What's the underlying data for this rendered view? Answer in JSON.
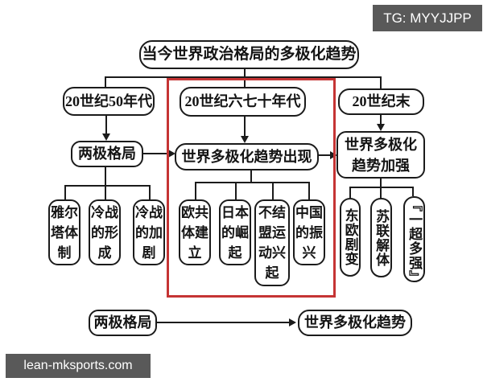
{
  "meta": {
    "badge": "TG: MYYJJPP",
    "watermark": "lean-mksports.com",
    "badge_bg": "#595959",
    "highlight_color": "#c53434",
    "line_color": "#1b1b1b",
    "background": "#ffffff"
  },
  "diagram": {
    "title": "当今世界政治格局的多极化趋势",
    "columns": [
      {
        "era": "20世纪50年代",
        "result": "两极格局",
        "children": [
          "雅尔塔体制",
          "冷战的形成",
          "冷战的加剧"
        ]
      },
      {
        "era": "20世纪六七十年代",
        "result": "世界多极化趋势出现",
        "children": [
          "欧共体建立",
          "日本的崛起",
          "不结盟运动兴起",
          "中国的振兴"
        ],
        "highlighted": true
      },
      {
        "era": "20世纪末",
        "result": "世界多极化趋势加强",
        "children": [
          "东欧剧变",
          "苏联解体",
          "『一超多强』"
        ]
      }
    ],
    "summary": {
      "from": "两极格局",
      "to": "世界多极化趋势"
    }
  }
}
